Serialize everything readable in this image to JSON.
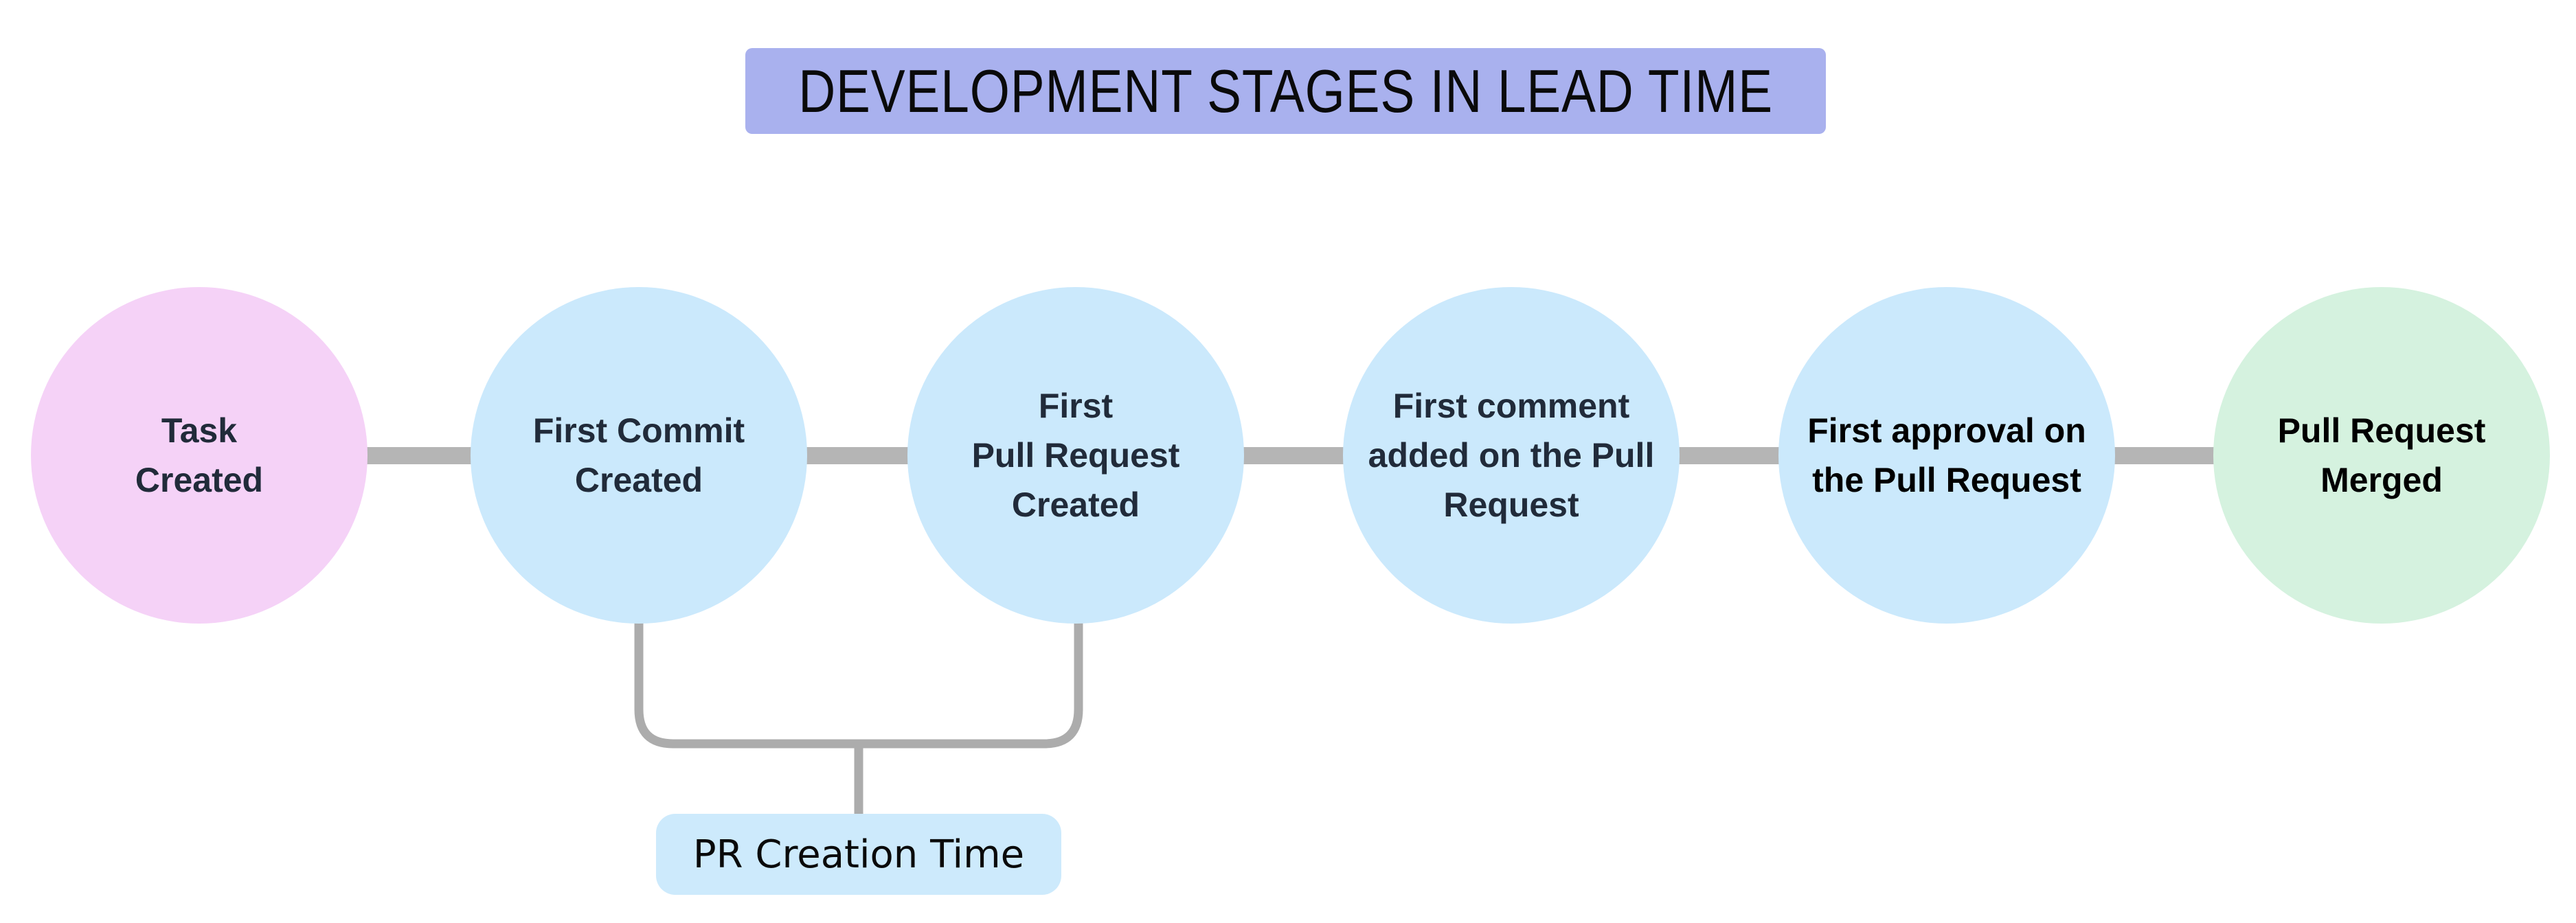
{
  "title": {
    "text": "DEVELOPMENT STAGES IN LEAD TIME",
    "bg": "#a9b1ee"
  },
  "flow": {
    "connector_color": "#b5b5b5"
  },
  "nodes": [
    {
      "label": "Task\nCreated",
      "bg": "#f5d2f7",
      "text_color": "#212b3a"
    },
    {
      "label": "First Commit\nCreated",
      "bg": "#cbe9fc",
      "text_color": "#212b3a"
    },
    {
      "label": "First\nPull Request\nCreated",
      "bg": "#cbe9fc",
      "text_color": "#212b3a"
    },
    {
      "label": "First comment\nadded on the Pull\nRequest",
      "bg": "#cbe9fc",
      "text_color": "#212b3a"
    },
    {
      "label": "First approval on\nthe Pull Request",
      "bg": "#cbe9fc",
      "text_color": "#000000"
    },
    {
      "label": "Pull Request\nMerged",
      "bg": "#d5f2df",
      "text_color": "#000000"
    }
  ],
  "bracket": {
    "label": "PR Creation Time",
    "label_bg": "#cdeafc",
    "line_color": "#acacac"
  }
}
